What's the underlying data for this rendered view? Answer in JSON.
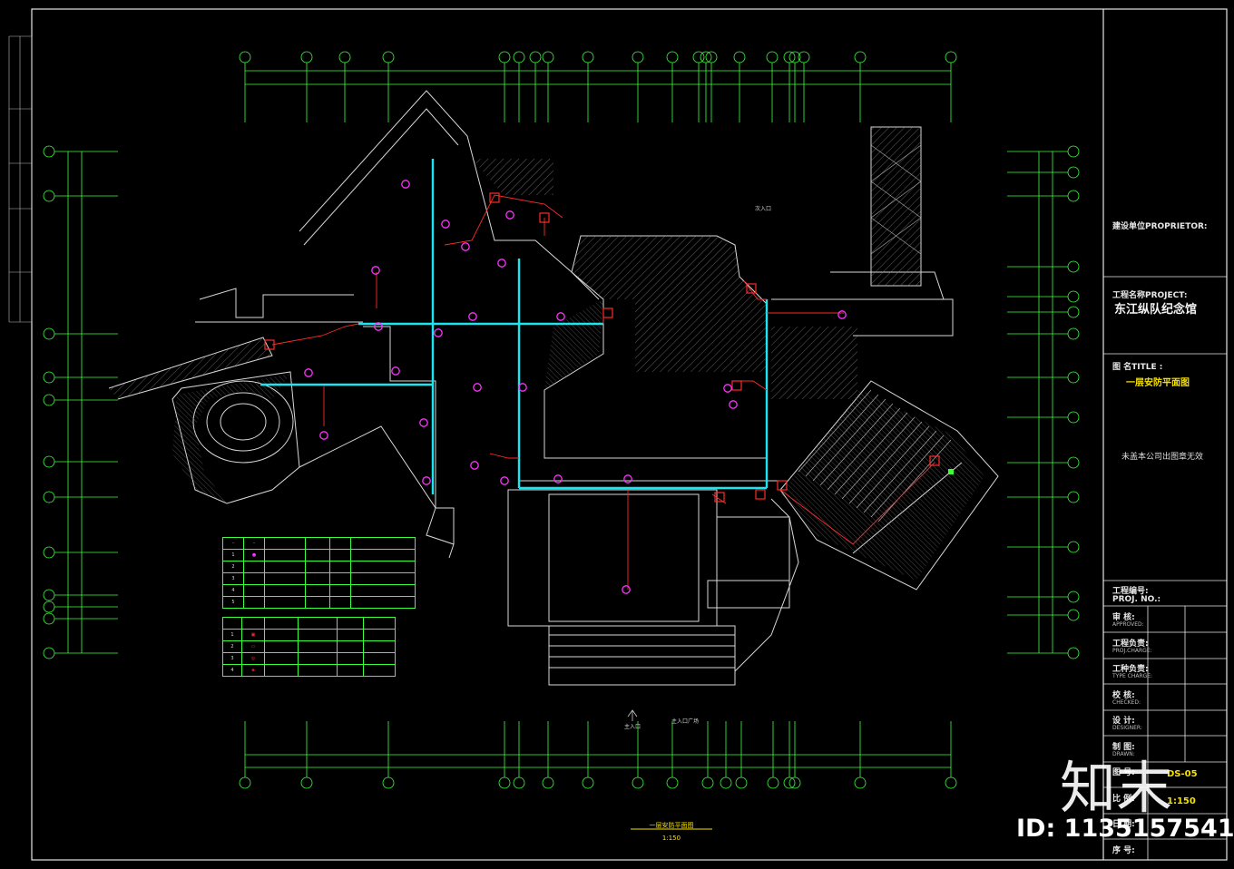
{
  "title_block": {
    "proprietor_label": "建设单位PROPRIETOR:",
    "project_label": "工程名称PROJECT:",
    "project_name": "东江纵队纪念馆",
    "title_label": "图 名TITLE :",
    "drawing_title": "一层安防平面图",
    "stamp_note": "未盖本公司出图章无效",
    "proj_no_label": "工程编号:",
    "proj_no_label_en": "PROJ. NO.:",
    "approved": "审 核:",
    "approved_en": "APPROVED:",
    "proj_charge": "工程负责:",
    "proj_charge_en": "PROJ.CHARGE:",
    "type_charge": "工种负责:",
    "type_charge_en": "TYPE CHARGE:",
    "checked": "校 核:",
    "checked_en": "CHECKED:",
    "designer": "设 计:",
    "designer_en": "DESIGNER:",
    "drawn": "制 图:",
    "drawn_en": "DRAWN:",
    "dwg_no_label": "图 号:",
    "dwg_no": "DS-05",
    "scale_label": "比 例:",
    "scale_value": "1:150",
    "date_label": "日 期:",
    "seq_label": "序 号:"
  },
  "drawing": {
    "main_title": "一层安防平面图",
    "main_scale": "1:150",
    "entrance_label": "主入口",
    "entrance_plaza": "主入口广场",
    "north_entry": "次入口"
  },
  "legend": {
    "rows": [
      "1",
      "2",
      "3",
      "4",
      "5"
    ],
    "rows2": [
      "1",
      "2",
      "3",
      "4"
    ]
  },
  "watermark": {
    "logo": "知末",
    "id": "ID: 1135157541"
  },
  "colors": {
    "axis": "#3cff3c",
    "wall": "#dcdcdc",
    "cyan": "#19e6f0",
    "red": "#ff2a2a",
    "magenta": "#ff32ff",
    "yellow": "#f6e000"
  }
}
